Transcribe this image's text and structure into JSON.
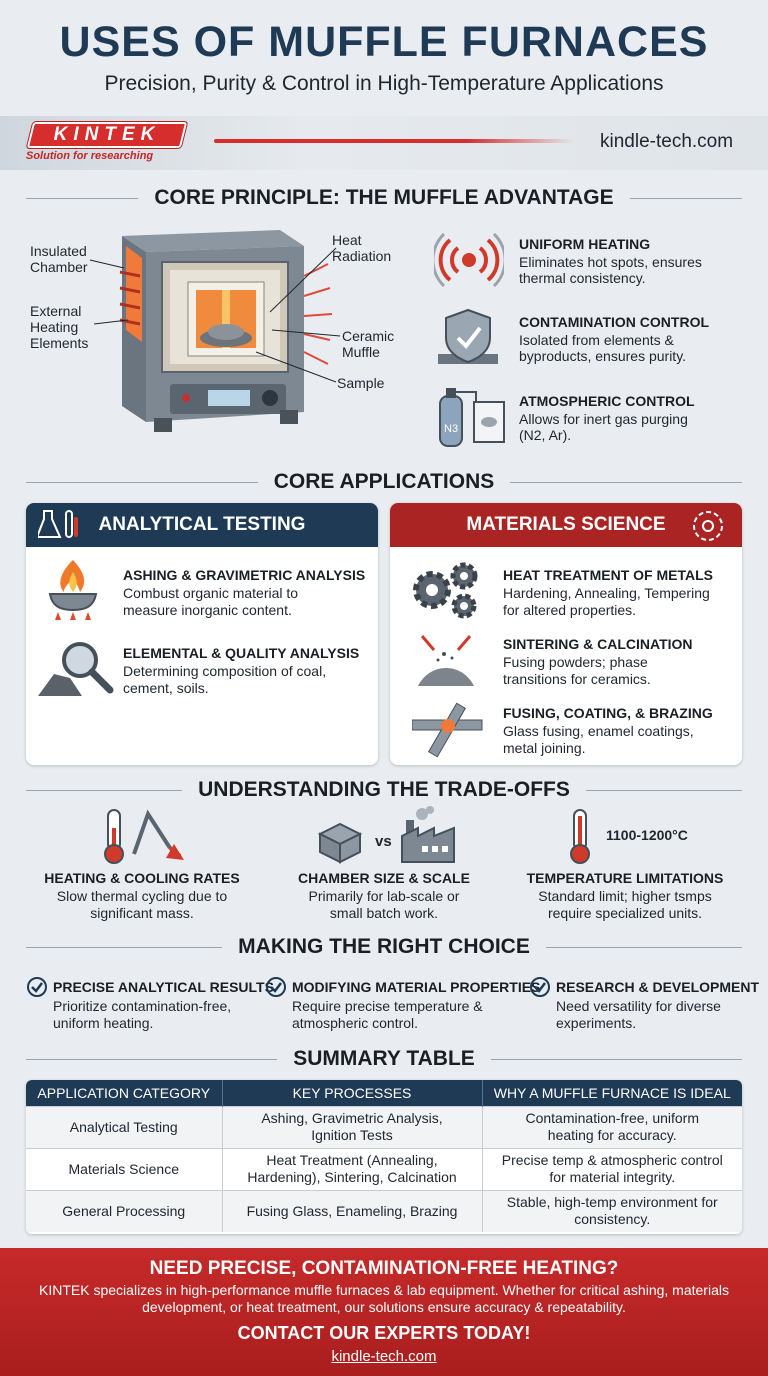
{
  "header": {
    "title": "USES OF MUFFLE FURNACES",
    "subtitle": "Precision, Purity & Control in High-Temperature Applications"
  },
  "brand": {
    "logo": "KINTEK",
    "tagline": "Solution for researching",
    "url": "kindle-tech.com"
  },
  "core_principle": {
    "title": "CORE PRINCIPLE: THE MUFFLE ADVANTAGE",
    "labels": {
      "chamber": "Insulated\nChamber",
      "elements": "External\nHeating\nElements",
      "radiation": "Heat\nRadiation",
      "muffle": "Ceramic\nMuffle",
      "sample": "Sample"
    },
    "features": [
      {
        "icon": "radiating-heat-icon",
        "title": "UNIFORM HEATING",
        "text": "Eliminates hot spots, ensures\nthermal consistency."
      },
      {
        "icon": "shield-check-icon",
        "title": "CONTAMINATION CONTROL",
        "text": "Isolated from elements &\nbyproducts, ensures purity."
      },
      {
        "icon": "gas-cylinder-icon",
        "icon_text": "N3",
        "title": "ATMOSPHERIC CONTROL",
        "text": "Allows for inert gas purging\n(N2, Ar)."
      }
    ]
  },
  "core_applications": {
    "title": "CORE APPLICATIONS",
    "analytical": {
      "title": "ANALYTICAL TESTING",
      "items": [
        {
          "icon": "flame-crucible-icon",
          "title": "ASHING & GRAVIMETRIC ANALYSIS",
          "text": "Combust organic material to\nmeasure inorganic content."
        },
        {
          "icon": "magnifier-soil-icon",
          "title": "ELEMENTAL & QUALITY ANALYSIS",
          "text": "Determining composition of coal,\ncement, soils."
        }
      ]
    },
    "materials": {
      "title": "MATERIALS SCIENCE",
      "items": [
        {
          "icon": "gears-icon",
          "title": "HEAT TREATMENT OF METALS",
          "text": "Hardening, Annealing, Tempering\nfor altered properties."
        },
        {
          "icon": "powder-pile-icon",
          "title": "SINTERING & CALCINATION",
          "text": "Fusing powders; phase\ntransitions for ceramics."
        },
        {
          "icon": "joined-pipes-icon",
          "title": "FUSING, COATING, & BRAZING",
          "text": "Glass fusing, enamel coatings,\nmetal joining."
        }
      ]
    }
  },
  "tradeoffs": {
    "title": "UNDERSTANDING THE TRADE-OFFS",
    "items": [
      {
        "icon": "thermometer-down-icon",
        "title": "HEATING & COOLING RATES",
        "text": "Slow thermal cycling due to\nsignificant mass."
      },
      {
        "icon": "box-vs-factory-icon",
        "vs": "vs",
        "title": "CHAMBER SIZE & SCALE",
        "text": "Primarily for lab-scale or\nsmall batch work."
      },
      {
        "icon": "thermometer-high-icon",
        "temp": "1100-1200°C",
        "title": "TEMPERATURE LIMITATIONS",
        "text": "Standard limit; higher tsmps\nrequire specialized units."
      }
    ]
  },
  "choice": {
    "title": "MAKING THE RIGHT CHOICE",
    "items": [
      {
        "title": "PRECISE ANALYTICAL RESULTS",
        "text": "Prioritize contamination-free,\nuniform heating."
      },
      {
        "title": "MODIFYING MATERIAL PROPERTIES",
        "text": "Require precise temperature &\natmospheric control."
      },
      {
        "title": "RESEARCH & DEVELOPMENT",
        "text": "Need versatility for diverse\nexperiments."
      }
    ]
  },
  "summary": {
    "title": "SUMMARY TABLE",
    "headers": [
      "APPLICATION CATEGORY",
      "KEY PROCESSES",
      "WHY A MUFFLE FURNACE IS IDEAL"
    ],
    "rows": [
      [
        "Analytical Testing",
        "Ashing, Gravimetric Analysis,\nIgnition Tests",
        "Contamination-free, uniform\nheating for accuracy."
      ],
      [
        "Materials Science",
        "Heat Treatment (Annealing,\nHardening), Sintering, Calcination",
        "Precise temp & atmospheric control\nfor material integrity."
      ],
      [
        "General Processing",
        "Fusing Glass, Enameling, Brazing",
        "Stable, high-temp environment for\nconsistency."
      ]
    ]
  },
  "footer": {
    "headline": "NEED PRECISE, CONTAMINATION-FREE HEATING?",
    "text": "KINTEK specializes in high-performance muffle furnaces & lab equipment. Whether for critical ashing, materials development, or heat treatment, our solutions ensure accuracy & repeatability.",
    "cta": "CONTACT OUR EXPERTS TODAY!",
    "url": "kindle-tech.com"
  },
  "colors": {
    "navy": "#1e3a55",
    "red": "#c72a2a",
    "accent_red": "#d62d2d"
  }
}
